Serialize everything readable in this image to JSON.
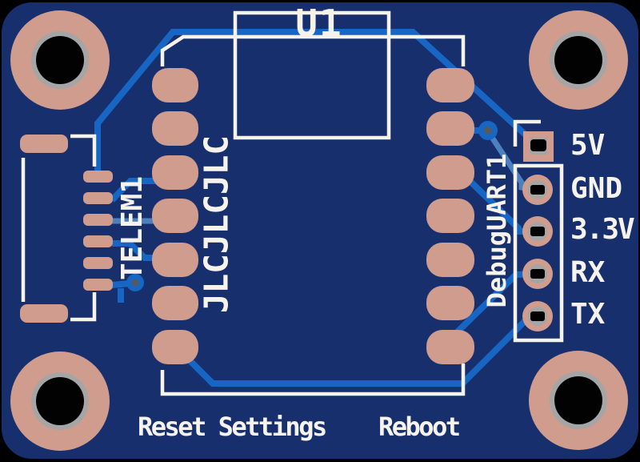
{
  "board": {
    "type_note": "PCB layout render, dark blue soldermask, copper pads, white silkscreen",
    "references": {
      "u1": "U1",
      "telem_connector": "TELEM1",
      "debug_uart_connector": "DebugUART1",
      "order_code_placeholder": "JLCJLCJLC"
    },
    "pin_labels": {
      "pin_5v": "5V",
      "pin_gnd": "GND",
      "pin_3v3": "3.3V",
      "pin_rx": "RX",
      "pin_tx": "TX"
    },
    "silkscreen_texts": {
      "reset": "Reset Settings",
      "reboot": "Reboot"
    },
    "colors": {
      "background": "#000000",
      "soldermask": "#17306d",
      "copper": "#cf9c8e",
      "plating": "#a5a5a5",
      "hole": "#020202",
      "trace_front": "#1766c3",
      "trace_back": "#4d80bf",
      "via_center": "#555a5e",
      "silkscreen": "#f6f3ec"
    }
  }
}
